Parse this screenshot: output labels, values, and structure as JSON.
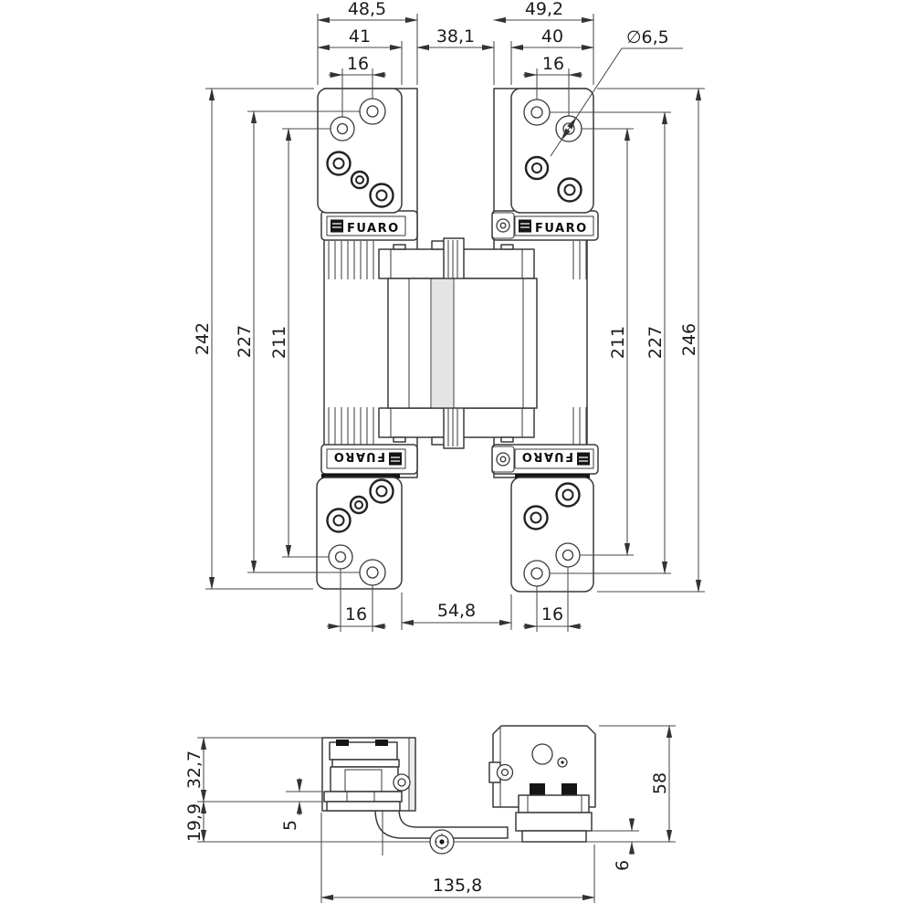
{
  "front_view": {
    "top_dims": {
      "left_outer": "48,5",
      "left_plate": "41",
      "left_holes": "16",
      "center_gap": "38,1",
      "right_outer": "49,2",
      "right_plate": "40",
      "right_holes": "16",
      "hole_diameter": "∅6,5"
    },
    "left_dims": {
      "total": "242",
      "outer_holes": "227",
      "inner_holes": "211"
    },
    "right_dims": {
      "inner_holes": "211",
      "outer_holes": "227",
      "total": "246"
    },
    "bottom_dims": {
      "left_holes": "16",
      "center_gap": "54,8",
      "right_holes": "16"
    },
    "badge_label": "FUARO"
  },
  "side_view": {
    "dims": {
      "cup_depth": "32,7",
      "protrusion": "19,9",
      "flange_gap": "5",
      "frame_part_height": "58",
      "lip_height": "6",
      "total_length": "135,8"
    }
  }
}
